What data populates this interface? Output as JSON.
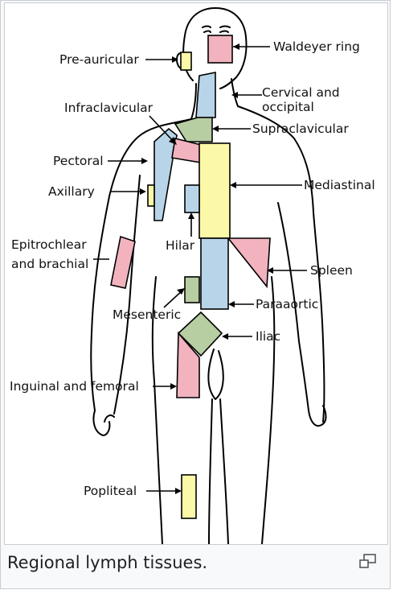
{
  "caption": "Regional lymph tissues.",
  "labels": {
    "waldeyer": "Waldeyer ring",
    "preauricular": "Pre-auricular",
    "cervical_1": "Cervical and",
    "cervical_2": "occipital",
    "infraclavicular": "Infraclavicular",
    "supraclavicular": "Supraclavicular",
    "pectoral": "Pectoral",
    "mediastinal": "Mediastinal",
    "axillary": "Axillary",
    "epitrochlear_1": "Epitrochlear",
    "epitrochlear_2": "and brachial",
    "hilar": "Hilar",
    "spleen": "Spleen",
    "mesenteric": "Mesenteric",
    "paraaortic": "Paraaortic",
    "iliac": "Iliac",
    "inguinal": "Inguinal and femoral",
    "popliteal": "Popliteal"
  },
  "colors": {
    "pink": "#f2b3be",
    "blue": "#b8d4e8",
    "yellow": "#fbf8a8",
    "green": "#b7cda2"
  },
  "icons": {
    "enlarge": "enlarge-icon"
  }
}
